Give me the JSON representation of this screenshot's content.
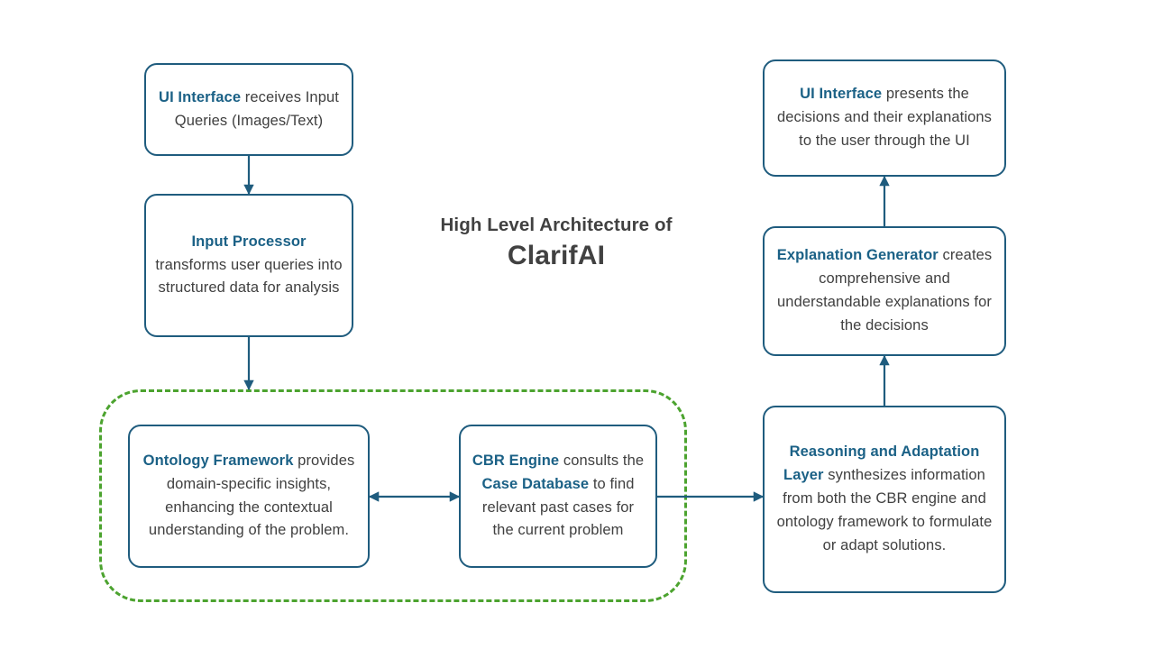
{
  "diagram": {
    "title": {
      "line1": "High Level Architecture of",
      "line2": "ClarifAI"
    },
    "colors": {
      "node_border": "#1F5C7E",
      "node_heading": "#1B6186",
      "node_body_text": "#404040",
      "group_border": "#4CA32F",
      "connector": "#1F5C7E",
      "background": "#ffffff"
    },
    "nodes": [
      {
        "id": "ui-input",
        "heading": "UI Interface",
        "body": " receives Input Queries (Images/Text)"
      },
      {
        "id": "input-processor",
        "heading": "Input Processor",
        "body": " transforms user queries into structured data for analysis"
      },
      {
        "id": "ontology-framework",
        "heading": "Ontology Framework",
        "body": " provides domain-specific insights, enhancing the contextual understanding of the problem."
      },
      {
        "id": "cbr-engine",
        "heading": "CBR Engine",
        "body_mid": " consults the ",
        "heading2": "Case Database",
        "body_end": " to find relevant past cases for the current problem"
      },
      {
        "id": "reasoning-layer",
        "heading": "Reasoning and Adaptation Layer",
        "body": " synthesizes information from both the CBR engine and ontology framework to formulate or adapt solutions."
      },
      {
        "id": "explanation-generator",
        "heading": "Explanation Generator",
        "body": " creates comprehensive and understandable explanations for the decisions"
      },
      {
        "id": "ui-output",
        "heading": "UI Interface",
        "body": " presents the decisions and their explanations to the user through the UI"
      }
    ],
    "group": {
      "id": "cbr-ontology-group",
      "label": ""
    },
    "connectors": [
      {
        "id": "ui-input-to-input-processor",
        "from": "ui-input",
        "to": "input-processor",
        "direction": "down"
      },
      {
        "id": "input-processor-to-group",
        "from": "input-processor",
        "to": "cbr-ontology-group",
        "direction": "down"
      },
      {
        "id": "ontology-cbr-bidirectional",
        "from": "ontology-framework",
        "to": "cbr-engine",
        "direction": "both"
      },
      {
        "id": "cbr-to-reasoning",
        "from": "cbr-engine",
        "to": "reasoning-layer",
        "direction": "right"
      },
      {
        "id": "reasoning-to-explanation",
        "from": "reasoning-layer",
        "to": "explanation-generator",
        "direction": "up"
      },
      {
        "id": "explanation-to-ui-output",
        "from": "explanation-generator",
        "to": "ui-output",
        "direction": "up"
      }
    ]
  }
}
